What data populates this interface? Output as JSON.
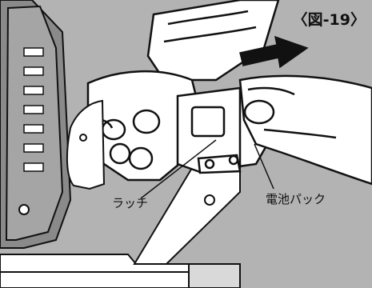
{
  "figure": {
    "label": "〈図-19〉",
    "colors": {
      "background": "#b3b3b3",
      "ink": "#111111",
      "fill": "#ffffff",
      "tool_shade": "#8a8a8a"
    }
  },
  "callouts": {
    "latch": "ラッチ",
    "battery_pack": "電池パック"
  },
  "icons": {
    "direction_arrow": "arrow-right-icon"
  }
}
